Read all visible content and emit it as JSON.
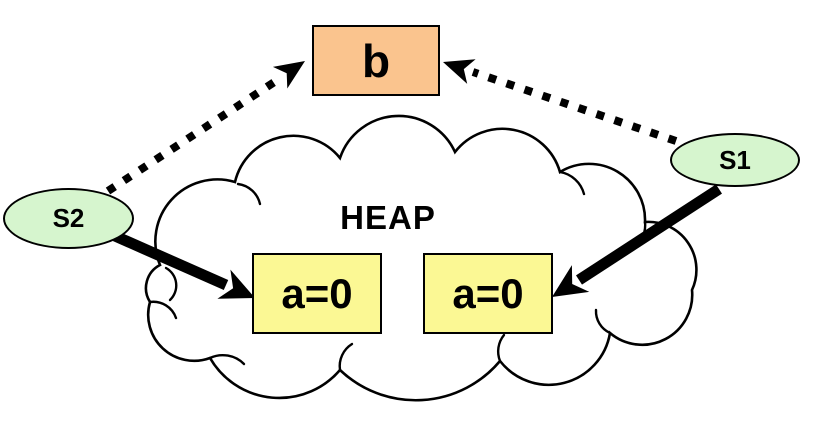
{
  "diagram": {
    "title": "shared heap with two stacks",
    "nodes": {
      "b": {
        "label": "b",
        "shape": "rectangle",
        "fill": "orange"
      },
      "heap": {
        "label": "HEAP",
        "shape": "cloud",
        "fill": "white"
      },
      "a_left": {
        "label": "a=0",
        "shape": "rectangle",
        "fill": "yellow"
      },
      "a_right": {
        "label": "a=0",
        "shape": "rectangle",
        "fill": "yellow"
      },
      "s2": {
        "label": "S2",
        "shape": "ellipse",
        "fill": "green"
      },
      "s1": {
        "label": "S1",
        "shape": "ellipse",
        "fill": "green"
      }
    },
    "edges": [
      {
        "from": "s2",
        "to": "b",
        "style": "dashed",
        "arrow": "solid-head"
      },
      {
        "from": "s1",
        "to": "b",
        "style": "dashed",
        "arrow": "solid-head"
      },
      {
        "from": "s2",
        "to": "a_left",
        "style": "solid",
        "arrow": "solid-head"
      },
      {
        "from": "s1",
        "to": "a_right",
        "style": "solid",
        "arrow": "solid-head"
      }
    ]
  },
  "colors": {
    "node-b-fill": "#FAC48E",
    "node-a-fill": "#FBF894",
    "node-s-fill": "#D6F5CE",
    "cloud-fill": "#FFFFFF",
    "ink": "#000000",
    "page-bg": "#FFFFFF"
  }
}
